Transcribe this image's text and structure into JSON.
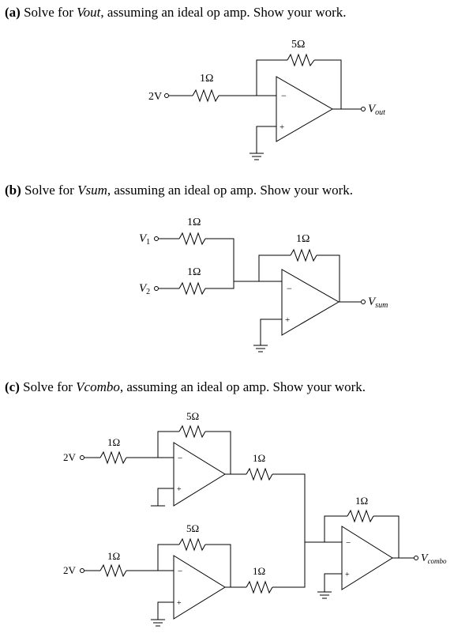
{
  "problems": [
    {
      "label": "(a)",
      "pre": " Solve for ",
      "var": "Vout",
      "post": ", assuming an ideal op amp. Show your work."
    },
    {
      "label": "(b)",
      "pre": " Solve for ",
      "var": "Vsum",
      "post": ", assuming an ideal op amp. Show your work."
    },
    {
      "label": "(c)",
      "pre": " Solve for ",
      "var": "Vcombo",
      "post": ", assuming an ideal op amp. Show your work."
    }
  ],
  "circuit_a": {
    "source": "2V",
    "r_in": "1Ω",
    "r_feedback": "5Ω",
    "output_label": "V",
    "output_sub": "out",
    "minus": "−",
    "plus": "+"
  },
  "circuit_b": {
    "v1": "V",
    "v1_sub": "1",
    "v2": "V",
    "v2_sub": "2",
    "r1": "1Ω",
    "r2": "1Ω",
    "r_feedback": "1Ω",
    "output_label": "V",
    "output_sub": "sum",
    "minus": "−",
    "plus": "+"
  },
  "circuit_c": {
    "source_top": "2V",
    "source_bottom": "2V",
    "r_in_top": "1Ω",
    "r_in_bottom": "1Ω",
    "r_fb_top": "5Ω",
    "r_fb_bottom": "5Ω",
    "r_sum_top": "1Ω",
    "r_sum_bottom": "1Ω",
    "r_fb_final": "1Ω",
    "output_label": "V",
    "output_sub": "combo",
    "minus": "−",
    "plus": "+"
  }
}
